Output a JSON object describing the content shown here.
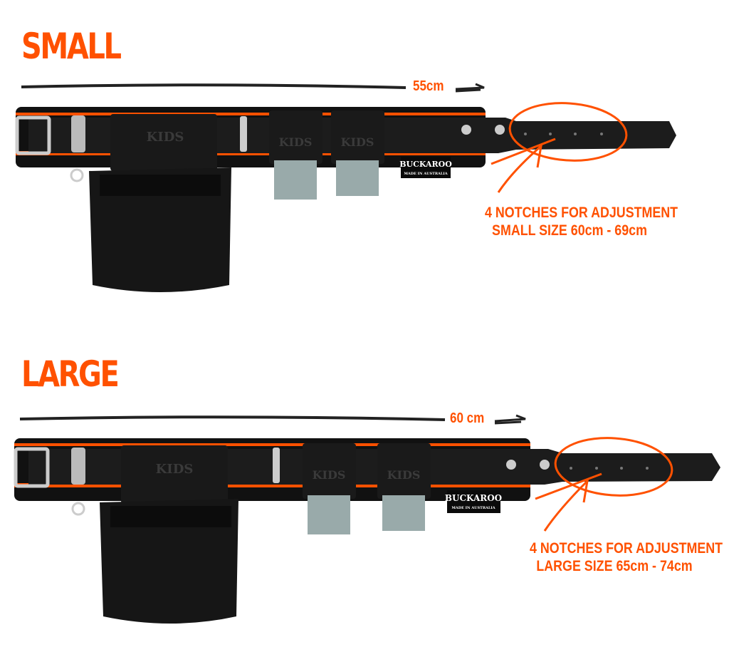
{
  "sections": [
    {
      "title": "SMALL",
      "length_label": "55cm",
      "note_line1": "4 NOTCHES FOR ADJUSTMENT",
      "note_line2": "SMALL SIZE 60cm - 69cm"
    },
    {
      "title": "LARGE",
      "length_label": "60 cm",
      "note_line1": "4 NOTCHES FOR ADJUSTMENT",
      "note_line2": "LARGE SIZE 65cm - 74cm"
    }
  ],
  "branding": {
    "label": "BUCKAROO",
    "sublabel": "MADE IN AUSTRALIA",
    "pocket_text": "KIDS"
  },
  "colors": {
    "accent": "#ff5100",
    "leather": "#141414"
  }
}
